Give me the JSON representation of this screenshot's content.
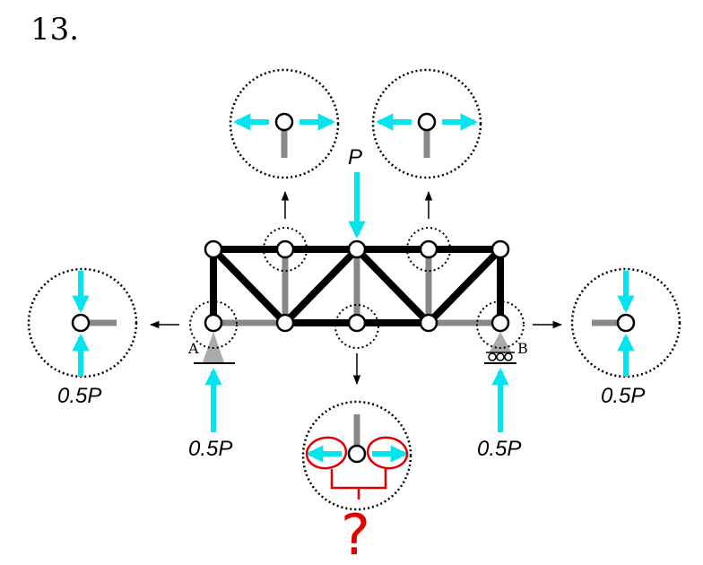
{
  "problem_number": "13.",
  "labels": {
    "load": "P",
    "support_a": "A",
    "support_b": "B",
    "reaction_a": "0.5P",
    "reaction_b": "0.5P",
    "detail_left_force": "0.5P",
    "detail_right_force": "0.5P"
  },
  "annotation": {
    "question_mark": "?"
  },
  "colors": {
    "force_arrow": "#00e5ee",
    "member_zero_force": "#888888",
    "member_active": "#000000",
    "annotation": "#e00000"
  }
}
